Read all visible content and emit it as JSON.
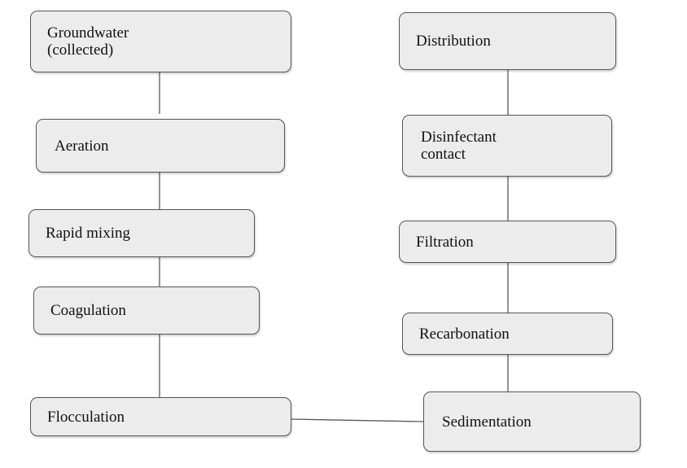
{
  "steps": {
    "groundwater": "Groundwater\n(collected)",
    "aeration": "Aeration",
    "rapid_mixing": "Rapid mixing",
    "coagulation": "Coagulation",
    "flocculation": "Flocculation",
    "sedimentation": "Sedimentation",
    "recarbonation": "Recarbonation",
    "filtration": "Filtration",
    "disinfectant_contact": "Disinfectant\ncontact",
    "distribution": "Distribution"
  }
}
